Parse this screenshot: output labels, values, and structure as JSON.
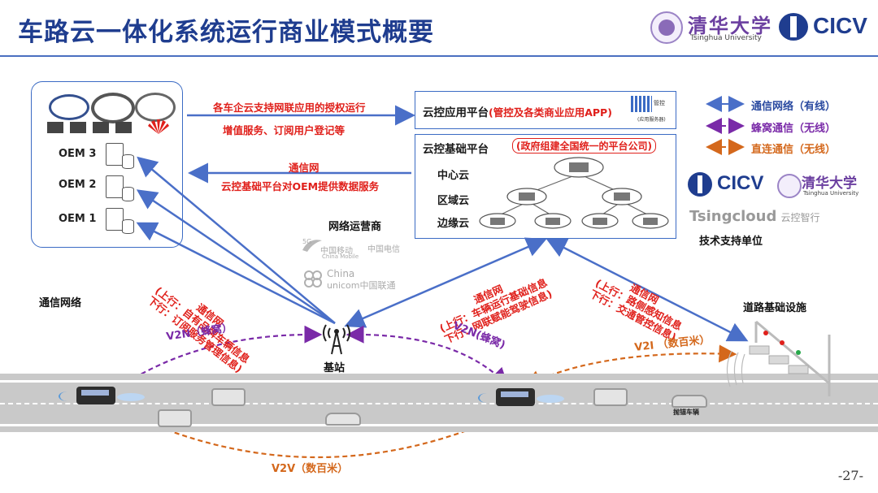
{
  "title": "车路云一体化系统运行商业模式概要",
  "header_logos": {
    "tsinghua_cn": "清华大学",
    "tsinghua_en": "Tsinghua University",
    "cicv": "CICV"
  },
  "oem": {
    "items": [
      "OEM 3",
      "OEM 2",
      "OEM 1"
    ]
  },
  "platforms": {
    "app_title": "云控应用平台",
    "app_sub": "(管控及各类商业应用APP)",
    "app_icon_label": "管控",
    "app_icon_sub": "(应用服务器)",
    "base_title": "云控基础平台",
    "base_sub": "(政府组建全国统一的平台公司)",
    "levels": [
      "中心云",
      "区域云",
      "边缘云"
    ]
  },
  "arrows_text": {
    "top_line1": "各车企云支持网联应用的授权运行",
    "top_line2": "增值服务、订阅用户登记等",
    "mid_line1": "通信网",
    "mid_line2": "云控基础平台对OEM提供数据服务",
    "left_diag_1": "通信网",
    "left_diag_2": "(上行：自有品牌车辆信息",
    "left_diag_3": "下行：订阅服务管理信息)",
    "center_diag_1": "通信网",
    "center_diag_2": "(上行：车辆运行基础信息",
    "center_diag_3": "下行：网联赋能驾驶信息)",
    "right_diag_1": "通信网",
    "right_diag_2": "(上行：路侧感知信息",
    "right_diag_3": "下行：交通管控信息)"
  },
  "legend": [
    {
      "label": "通信网络（有线）",
      "color": "#2a4aa0"
    },
    {
      "label": "蜂窝通信（无线）",
      "color": "#7a2aa8"
    },
    {
      "label": "直连通信（无线）",
      "color": "#d4681c"
    }
  ],
  "support": {
    "cicv": "CICV",
    "tsinghua_cn": "清华大学",
    "tsinghua_en": "Tsinghua University",
    "tsingcloud": "Tsingcloud",
    "tsingcloud_cn": "云控智行",
    "label": "技术支持单位"
  },
  "operators": {
    "title": "网络运营商",
    "mobile_cn": "中国移动",
    "mobile_en": "China Mobile",
    "telecom": "中国电信",
    "unicom_en1": "China",
    "unicom_en2": "unicom中国联通"
  },
  "scene": {
    "comm_network": "通信网络",
    "base_station": "基站",
    "v2n_left": "V2N（蜂窝）",
    "v2n_right": "V2N(蜂窝)",
    "v2i": "V2I （数百米）",
    "v2v": "V2V（数百米）",
    "road_infra": "道路基础设施",
    "broken_car": "抛锚车辆"
  },
  "page_number": "-27-"
}
